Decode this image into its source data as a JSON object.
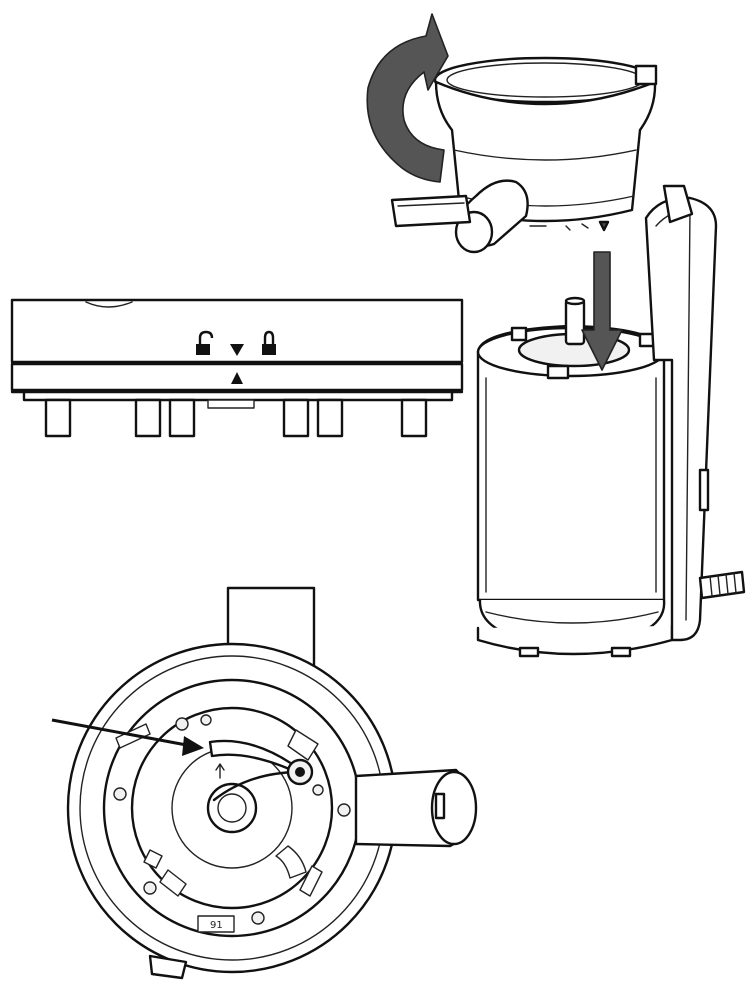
{
  "figure": {
    "background": "#ffffff",
    "line_color": "#111111",
    "arrow_color": "#4a4a4a",
    "panels": [
      {
        "id": "assembly",
        "content": "juicer-bowl-being-placed-and-twisted-onto-motor-base"
      },
      {
        "id": "lock-strip",
        "content": "base-rim-with-lock-indicators",
        "icons": [
          "unlock-icon",
          "pointer-down-icon",
          "lock-icon",
          "pointer-up-icon"
        ]
      },
      {
        "id": "bottom-view",
        "content": "underside-of-bowl-with-arrow-to-slot"
      }
    ],
    "base_marking": "91"
  }
}
